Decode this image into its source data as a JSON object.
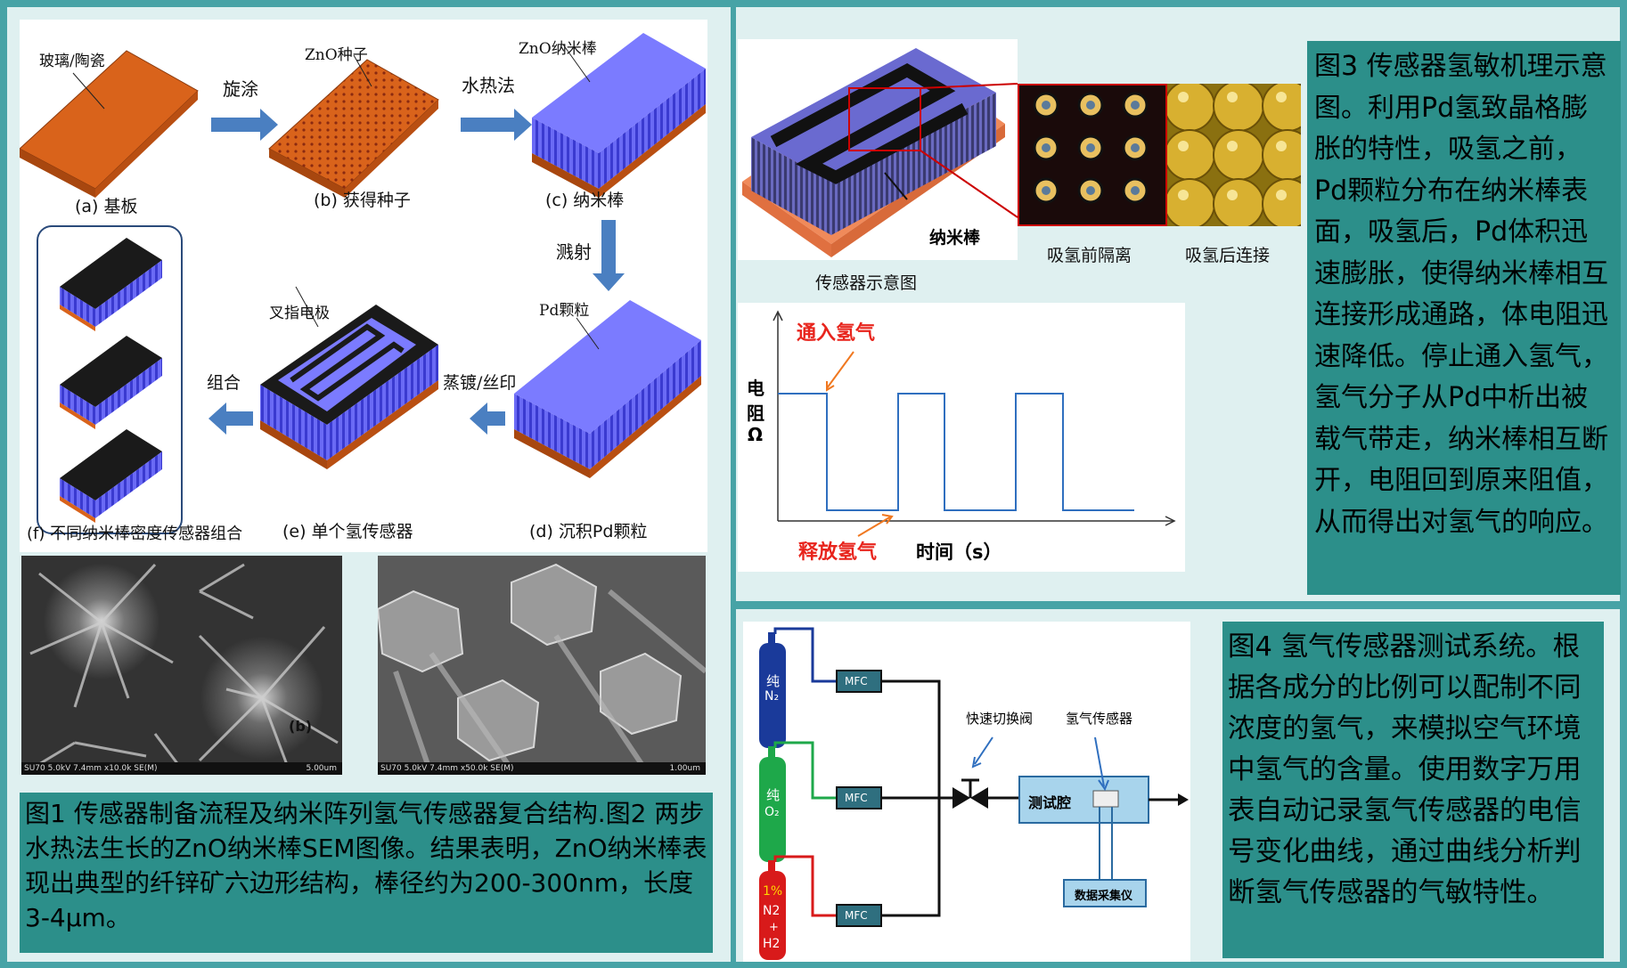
{
  "fig1": {
    "labels": {
      "substrate": "玻璃/陶瓷",
      "zno_seed": "ZnO种子",
      "zno_nanorod": "ZnO纳米棒",
      "step_spin": "旋涂",
      "step_hydro": "水热法",
      "step_sputter": "溅射",
      "pd_particles": "Pd颗粒",
      "interdigital": "叉指电极",
      "step_evap": "蒸镀/丝印",
      "step_combine": "组合",
      "a": "(a) 基板",
      "b": "(b) 获得种子",
      "c": "(c) 纳米棒",
      "d": "(d) 沉积Pd颗粒",
      "e": "(e) 单个氢传感器",
      "f": "(f) 不同纳米棒密度传感器组合"
    }
  },
  "sem": {
    "left_info": "SU70 5.0kV 7.4mm x10.0k SE(M)",
    "left_scale": "5.00um",
    "left_mark": "(b)",
    "right_info": "SU70 5.0kV 7.4mm x50.0k SE(M)",
    "right_scale": "1.00um"
  },
  "caption1": "图1 传感器制备流程及纳米阵列氢气传感器复合结构.图2 两步水热法生长的ZnO纳米棒SEM图像。结果表明，ZnO纳米棒表现出典型的纤锌矿六边形结构，棒径约为200-300nm，长度3-4μm。",
  "fig3": {
    "nanorod_label": "纳米棒",
    "sensor_label": "传感器示意图",
    "before_label": "吸氢前隔离",
    "after_label": "吸氢后连接"
  },
  "caption3": "图3 传感器氢敏机理示意图。利用Pd氢致晶格膨胀的特性，吸氢之前，Pd颗粒分布在纳米棒表面，吸氢后，Pd体积迅速膨胀，使得纳米棒相互连接形成通路，体电阻迅速降低。停止通入氢气，氢气分子从Pd中析出被载气带走，纳米棒相互断开，电阻回到原来阻值，从而得出对氢气的响应。",
  "plot": {
    "ylabel_1": "电",
    "ylabel_2": "阻",
    "ylabel_3": "Ω",
    "xlabel": "时间（s）",
    "on_label": "通入氢气",
    "off_label": "释放氢气"
  },
  "fig4": {
    "n2_1": "纯",
    "n2_2": "N₂",
    "o2_1": "纯",
    "o2_2": "O₂",
    "h2_1": "1%",
    "h2_2": "N2",
    "h2_3": "+",
    "h2_4": "H2",
    "mfc": "MFC",
    "valve_label": "快速切换阀",
    "sensor_label": "氢气传感器",
    "chamber": "测试腔",
    "daq": "数据采集仪"
  },
  "caption4": "图4 氢气传感器测试系统。根据各成分的比例可以配制不同浓度的氢气，来模拟空气环境中氢气的含量。使用数字万用表自动记录氢气传感器的电信号变化曲线，通过曲线分析判断氢气传感器的气敏特性。",
  "colors": {
    "bg": "#47a3a6",
    "caption_bg": "#2c8f8a",
    "substrate": "#d9631b",
    "nanorod": "#5b5be8",
    "arrow": "#4a7fc1",
    "h2_on": "#e8241c",
    "signal": "#2f6fbf",
    "mfc": "#2f6f7f"
  }
}
